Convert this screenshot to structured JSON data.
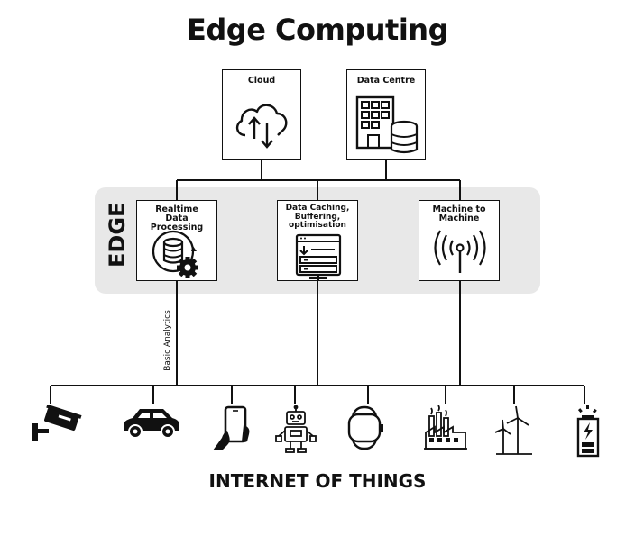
{
  "title": "Edge Computing",
  "edge_label": "EDGE",
  "cloud_boxes": [
    {
      "label": "Cloud",
      "icon": "cloud-sync-icon"
    },
    {
      "label": "Data Centre",
      "icon": "data-centre-icon"
    }
  ],
  "edge_boxes": [
    {
      "label": "Realtime Data Processing",
      "icon": "database-gear-icon"
    },
    {
      "label": "Data Caching, Buffering, optimisation",
      "icon": "server-download-icon"
    },
    {
      "label": "Machine to Machine",
      "icon": "antenna-signal-icon"
    }
  ],
  "connector_label": "Basic Analytics",
  "iot_devices": [
    {
      "icon": "security-camera-icon"
    },
    {
      "icon": "car-icon"
    },
    {
      "icon": "smartphone-hand-icon"
    },
    {
      "icon": "robot-icon"
    },
    {
      "icon": "smartwatch-icon"
    },
    {
      "icon": "factory-icon"
    },
    {
      "icon": "wind-turbine-icon"
    },
    {
      "icon": "battery-charging-icon"
    }
  ],
  "footer_label": "INTERNET OF THINGS"
}
